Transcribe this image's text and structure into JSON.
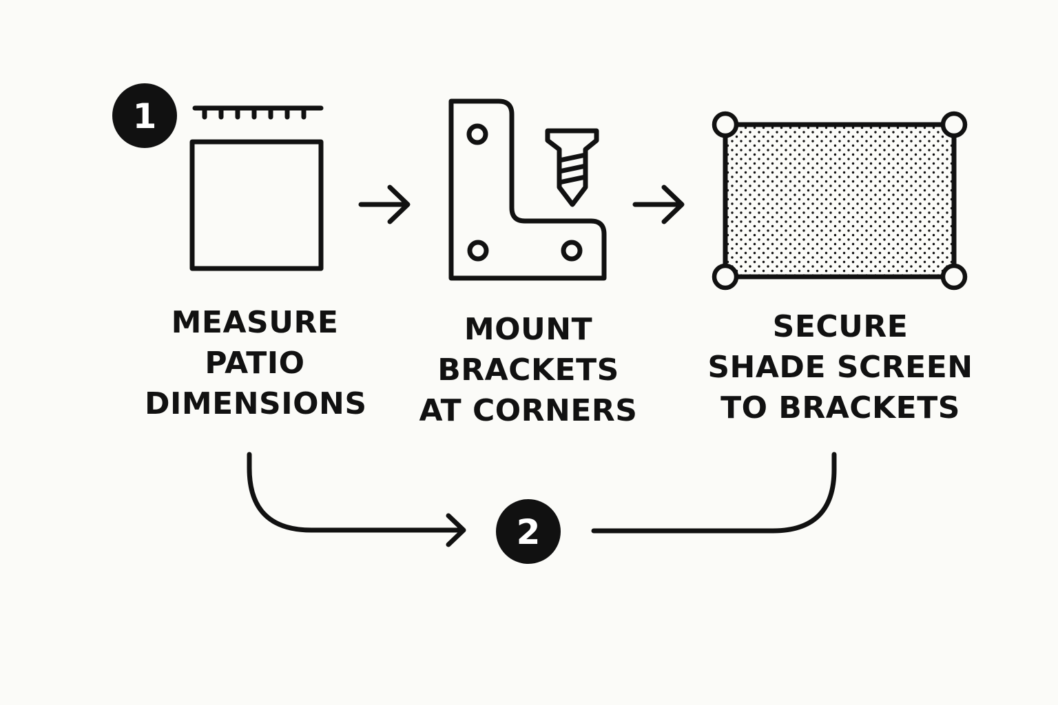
{
  "colors": {
    "background": "#fbfbf8",
    "ink": "#111111",
    "badge_text": "#ffffff"
  },
  "badges": {
    "first": "1",
    "second": "2"
  },
  "steps": [
    {
      "icon": "measure-square-icon",
      "label_lines": [
        "MEASURE",
        "PATIO",
        "DIMENSIONS"
      ]
    },
    {
      "icon": "l-bracket-screw-icon",
      "label_lines": [
        "MOUNT",
        "BRACKETS",
        "AT CORNERS"
      ]
    },
    {
      "icon": "shade-screen-icon",
      "label_lines": [
        "SECURE",
        "SHADE SCREEN",
        "TO BRACKETS"
      ]
    }
  ]
}
